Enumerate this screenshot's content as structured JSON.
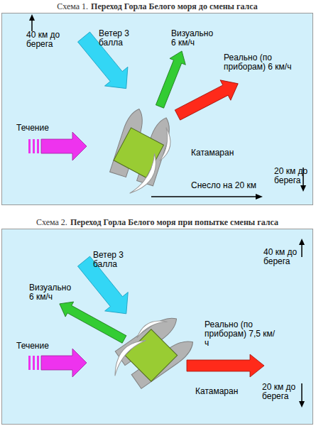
{
  "diagram": {
    "nodes": [
      {
        "text": [
          "Схема 1.",
          "Переход Горла Белого моря до смены галса",
          "40 км до берега",
          "Ветер 3 балла",
          "Визуально 6 км/ч",
          "Реально (по приборам) 6 км/ч",
          "Течение",
          "Катамаран",
          "20 км до берега",
          "Снесло на 20 км"
        ]
      },
      {
        "text": [
          "Схема 2.",
          "Переход Горла Белого моря при попытке смены галса",
          "40 км до берега",
          "Ветер 3 балла",
          "Визуально 6 км/ч",
          "Реально (по приборам) 7,5 км/ч",
          "Течение",
          "Катамаран",
          "20 км до берега"
        ]
      }
    ]
  }
}
